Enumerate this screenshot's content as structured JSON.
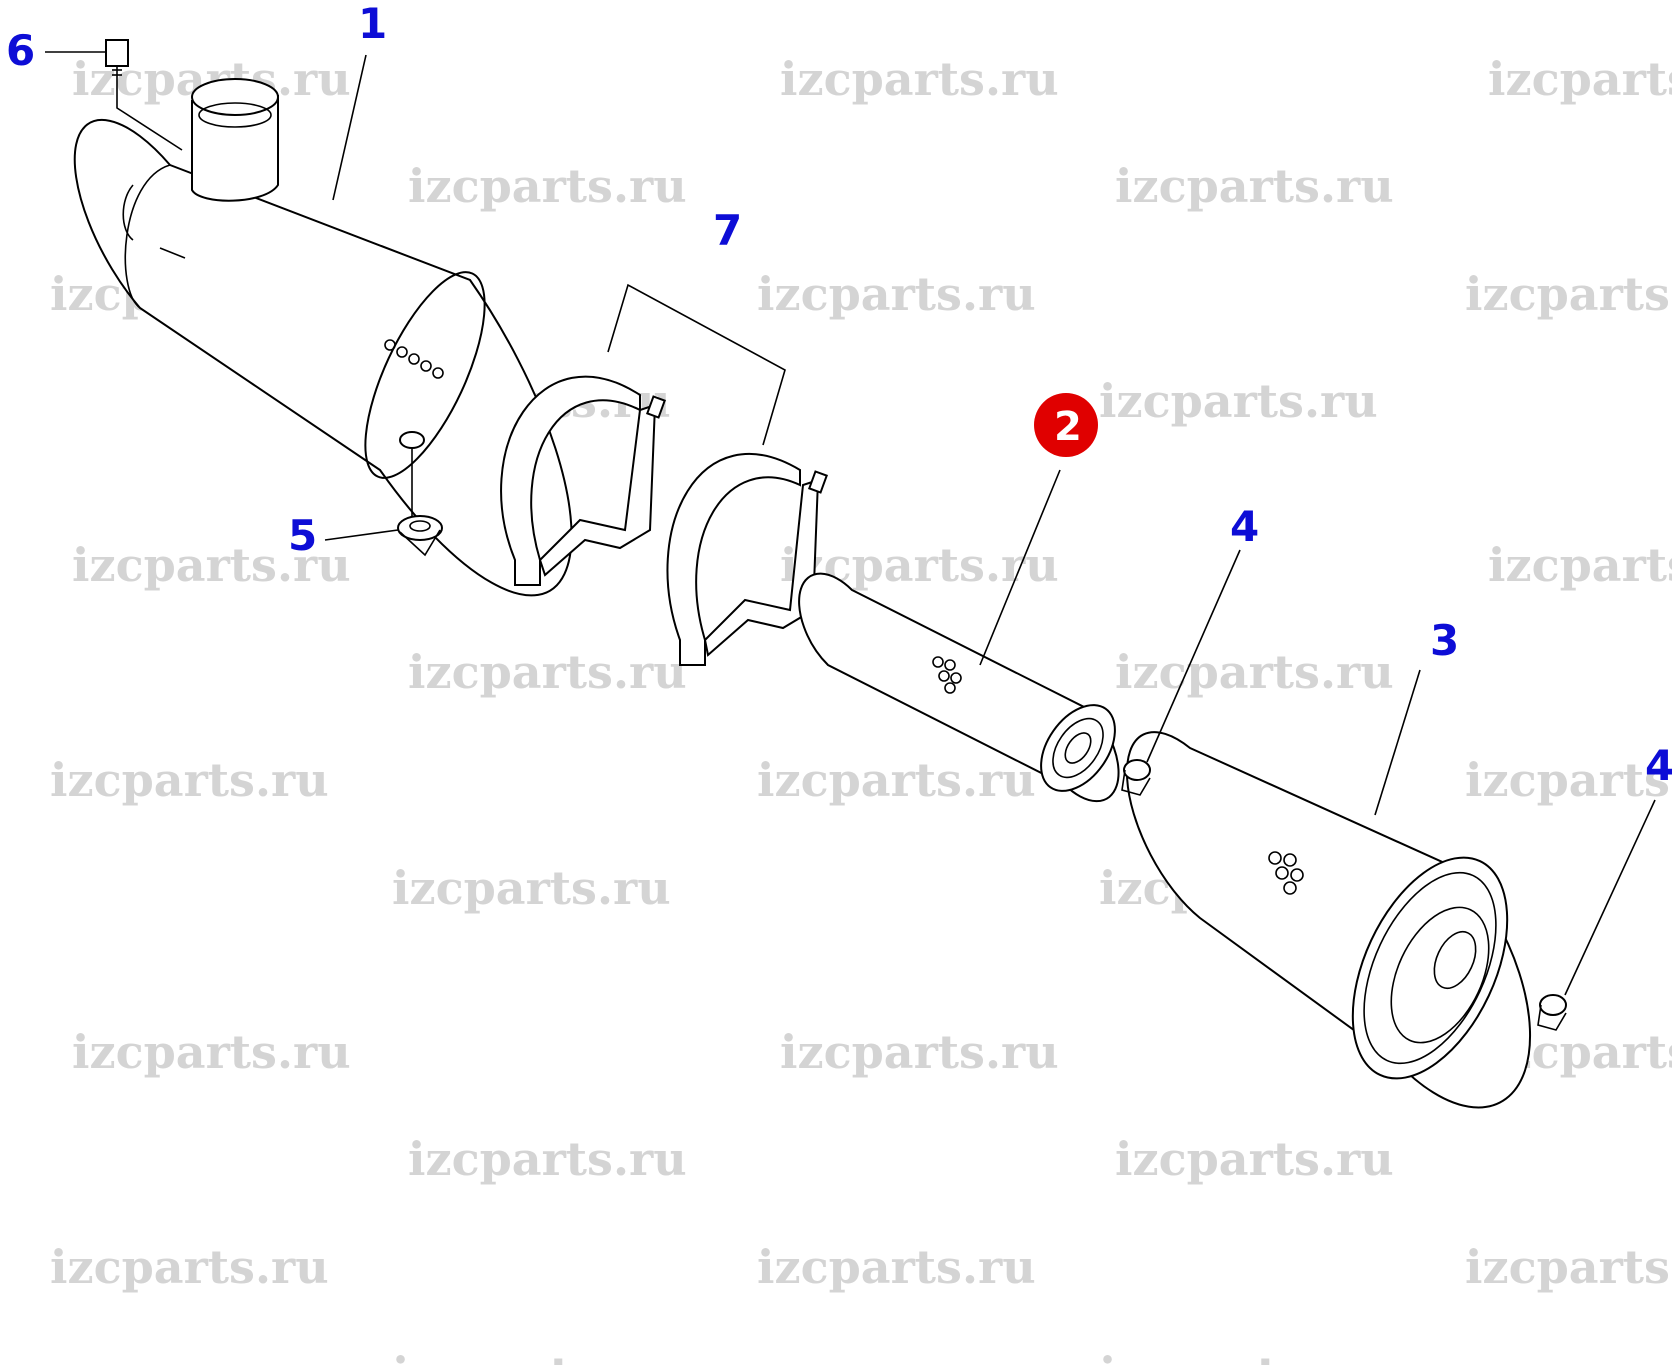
{
  "watermark": {
    "text": "izcparts.ru",
    "color": "#d0d0d0"
  },
  "callouts": [
    {
      "id": "1",
      "label": "1",
      "part": "air-cleaner-housing"
    },
    {
      "id": "2",
      "label": "2",
      "part": "inner-filter-element",
      "highlighted": true
    },
    {
      "id": "3",
      "label": "3",
      "part": "outer-filter-element"
    },
    {
      "id": "4a",
      "label": "4",
      "part": "wing-nut"
    },
    {
      "id": "4b",
      "label": "4",
      "part": "wing-nut"
    },
    {
      "id": "5",
      "label": "5",
      "part": "dust-valve"
    },
    {
      "id": "6",
      "label": "6",
      "part": "plug"
    },
    {
      "id": "7",
      "label": "7",
      "part": "mounting-band"
    }
  ],
  "colors": {
    "callout": "#0d0dd6",
    "highlight": "#e00000",
    "lines": "#000000"
  }
}
